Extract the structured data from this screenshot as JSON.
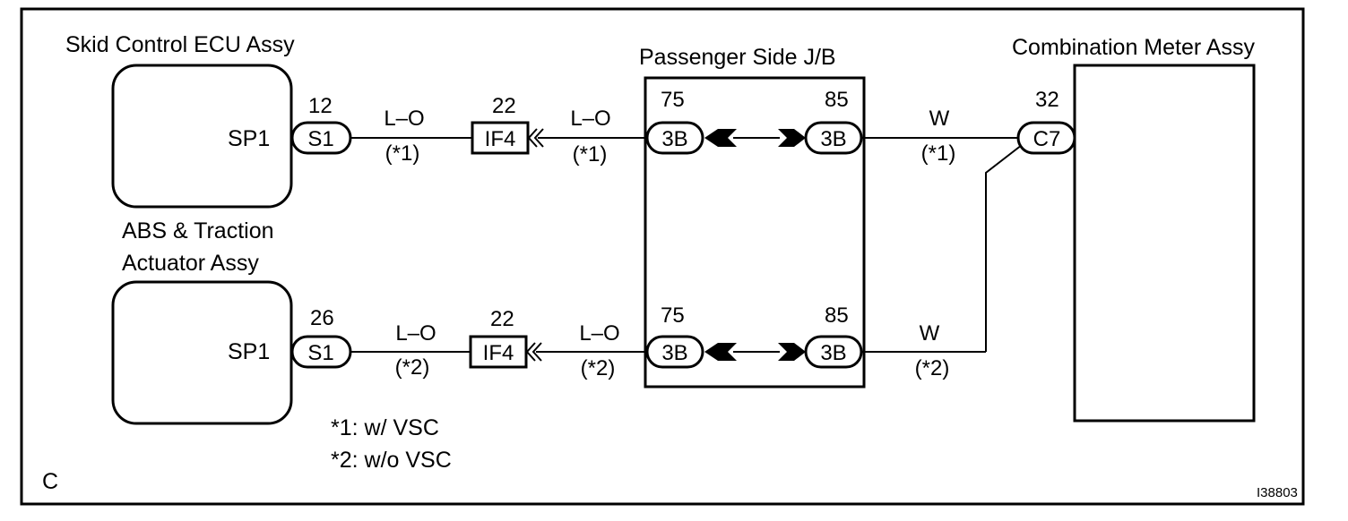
{
  "components": {
    "skid_ecu": {
      "title": "Skid Control ECU Assy",
      "terminal": "SP1"
    },
    "abs_actuator": {
      "title_line1": "ABS & Traction",
      "title_line2": "Actuator Assy",
      "terminal": "SP1"
    },
    "passenger_jb": {
      "title": "Passenger Side J/B"
    },
    "combination_meter": {
      "title": "Combination Meter Assy"
    }
  },
  "circuit_top": {
    "ecu_pin": "12",
    "ecu_connector": "S1",
    "wire1_color": "L–O",
    "wire1_note": "(*1)",
    "ic_pin": "22",
    "ic_connector": "IF4",
    "wire2_color": "L–O",
    "wire2_note": "(*1)",
    "jb_in_pin": "75",
    "jb_in_connector": "3B",
    "jb_out_pin": "85",
    "jb_out_connector": "3B",
    "wire3_color": "W",
    "wire3_note": "(*1)",
    "meter_pin": "32",
    "meter_connector": "C7"
  },
  "circuit_bottom": {
    "ecu_pin": "26",
    "ecu_connector": "S1",
    "wire1_color": "L–O",
    "wire1_note": "(*2)",
    "ic_pin": "22",
    "ic_connector": "IF4",
    "wire2_color": "L–O",
    "wire2_note": "(*2)",
    "jb_in_pin": "75",
    "jb_in_connector": "3B",
    "jb_out_pin": "85",
    "jb_out_connector": "3B",
    "wire3_color": "W",
    "wire3_note": "(*2)"
  },
  "notes": {
    "line1": "*1: w/ VSC",
    "line2": "*2: w/o VSC"
  },
  "corner_letter": "C",
  "figure_id": "I38803"
}
